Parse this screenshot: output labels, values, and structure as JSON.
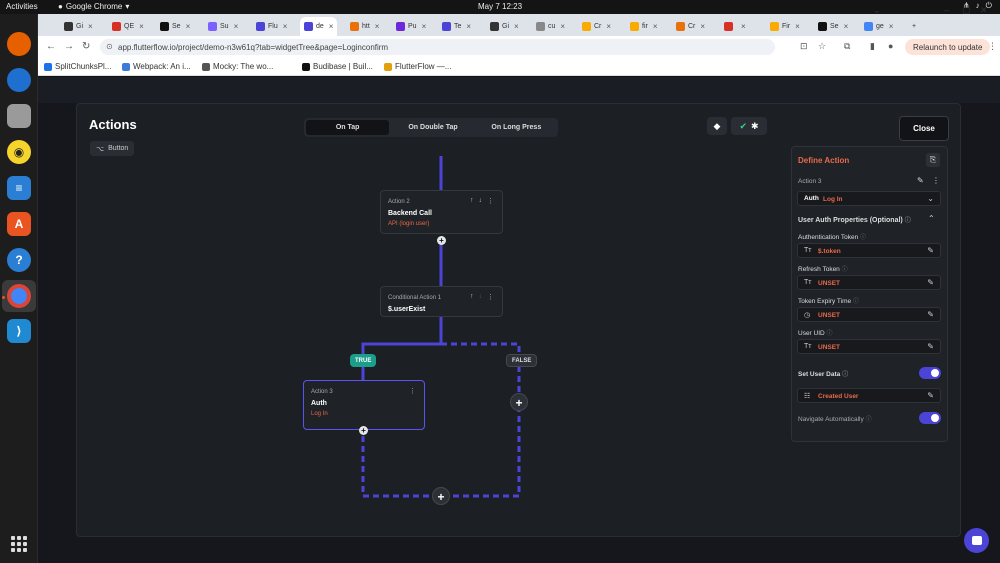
{
  "system": {
    "activities": "Activities",
    "app_name": "Google Chrome",
    "clock": "May 7  12:23"
  },
  "browser": {
    "tabs": [
      {
        "label": "Gi",
        "color": "#333"
      },
      {
        "label": "QE",
        "color": "#d93025"
      },
      {
        "label": "Se",
        "color": "#111"
      },
      {
        "label": "Su",
        "color": "#7b61ff"
      },
      {
        "label": "Flu",
        "color": "#4b44d6"
      },
      {
        "label": "de",
        "color": "#4b44d6"
      },
      {
        "label": "htt",
        "color": "#e8710a"
      },
      {
        "label": "Pu",
        "color": "#6d28d9"
      },
      {
        "label": "Te",
        "color": "#4b44d6"
      },
      {
        "label": "Gi",
        "color": "#333"
      },
      {
        "label": "cu",
        "color": "#888"
      },
      {
        "label": "Cr",
        "color": "#f9ab00"
      },
      {
        "label": "fir",
        "color": "#f9ab00"
      },
      {
        "label": "Cr",
        "color": "#e8710a"
      },
      {
        "label": "",
        "color": "#d93025"
      },
      {
        "label": "Fir",
        "color": "#f9ab00"
      },
      {
        "label": "Se",
        "color": "#111"
      },
      {
        "label": "ge",
        "color": "#4285f4"
      }
    ],
    "url": "app.flutterflow.io/project/demo-n3w61q?tab=widgetTree&page=Loginconfirm",
    "relaunch_label": "Relaunch to update",
    "bookmarks": [
      {
        "label": "SplitChunksPl...",
        "color": "#1a73e8"
      },
      {
        "label": "Webpack: An i...",
        "color": "#3d7bd9"
      },
      {
        "label": "Mocky: The wo...",
        "color": "#555"
      },
      {
        "label": "Budibase | Buil...",
        "color": "#111"
      },
      {
        "label": "FlutterFlow —...",
        "color": "#e3a008"
      }
    ]
  },
  "actions_editor": {
    "title": "Actions",
    "widget_chip": "Button",
    "trigger_tabs": [
      "On Tap",
      "On Double Tap",
      "On Long Press"
    ],
    "close_label": "Close",
    "nodes": {
      "action2": {
        "label": "Action 2",
        "name": "Backend Call",
        "sub": "API (login user)"
      },
      "conditional": {
        "label": "Conditional Action 1",
        "name": "$.userExist"
      },
      "action3": {
        "label": "Action 3",
        "name": "Auth",
        "sub": "Log In"
      }
    },
    "branch_true": "TRUE",
    "branch_false": "FALSE"
  },
  "panel": {
    "title": "Define Action",
    "action_label": "Action 3",
    "action_select": {
      "prefix": "Auth",
      "value": "Log In"
    },
    "section_title": "User Auth Properties (Optional)",
    "fields": [
      {
        "label": "Authentication Token",
        "icon": "Tт",
        "value": "$.token"
      },
      {
        "label": "Refresh Token",
        "icon": "Tт",
        "value": "UNSET"
      },
      {
        "label": "Token Expiry Time",
        "icon": "◷",
        "value": "UNSET"
      },
      {
        "label": "User UID",
        "icon": "Tт",
        "value": "UNSET"
      }
    ],
    "set_user_data": {
      "label": "Set User Data",
      "enabled": true
    },
    "created_user": {
      "value": "Created User"
    },
    "navigate": {
      "label": "Navigate Automatically",
      "enabled": true
    },
    "accent": "#4b44d6",
    "value_color": "#e86a4a"
  }
}
